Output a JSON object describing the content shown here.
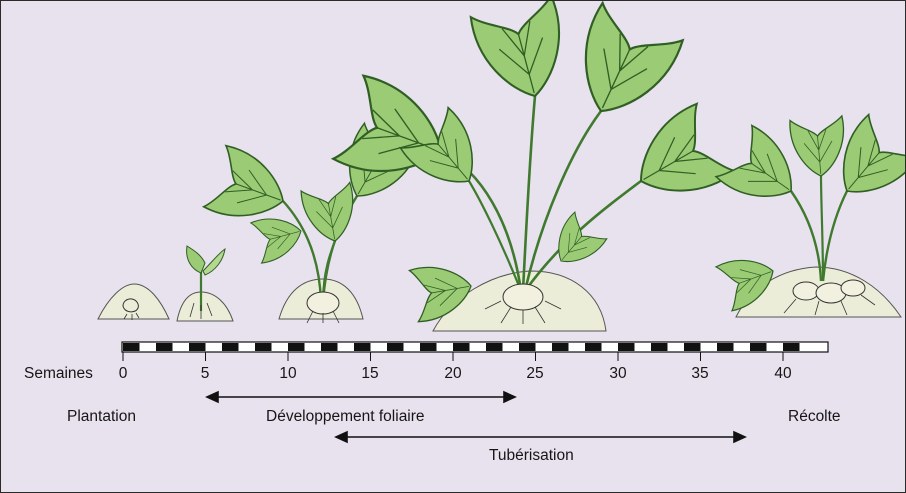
{
  "timeline": {
    "unit_label": "Semaines",
    "ticks": [
      "0",
      "5",
      "10",
      "15",
      "20",
      "25",
      "30",
      "35",
      "40"
    ]
  },
  "stages": {
    "plantation": "Plantation",
    "developpement": "Développement foliaire",
    "tuberisation": "Tubérisation",
    "recolte": "Récolte"
  },
  "colors": {
    "background": "#e8e1ee",
    "leaf": "#8fc36b",
    "leaf_dark": "#3f7a2e",
    "soil": "#ecedd8"
  }
}
